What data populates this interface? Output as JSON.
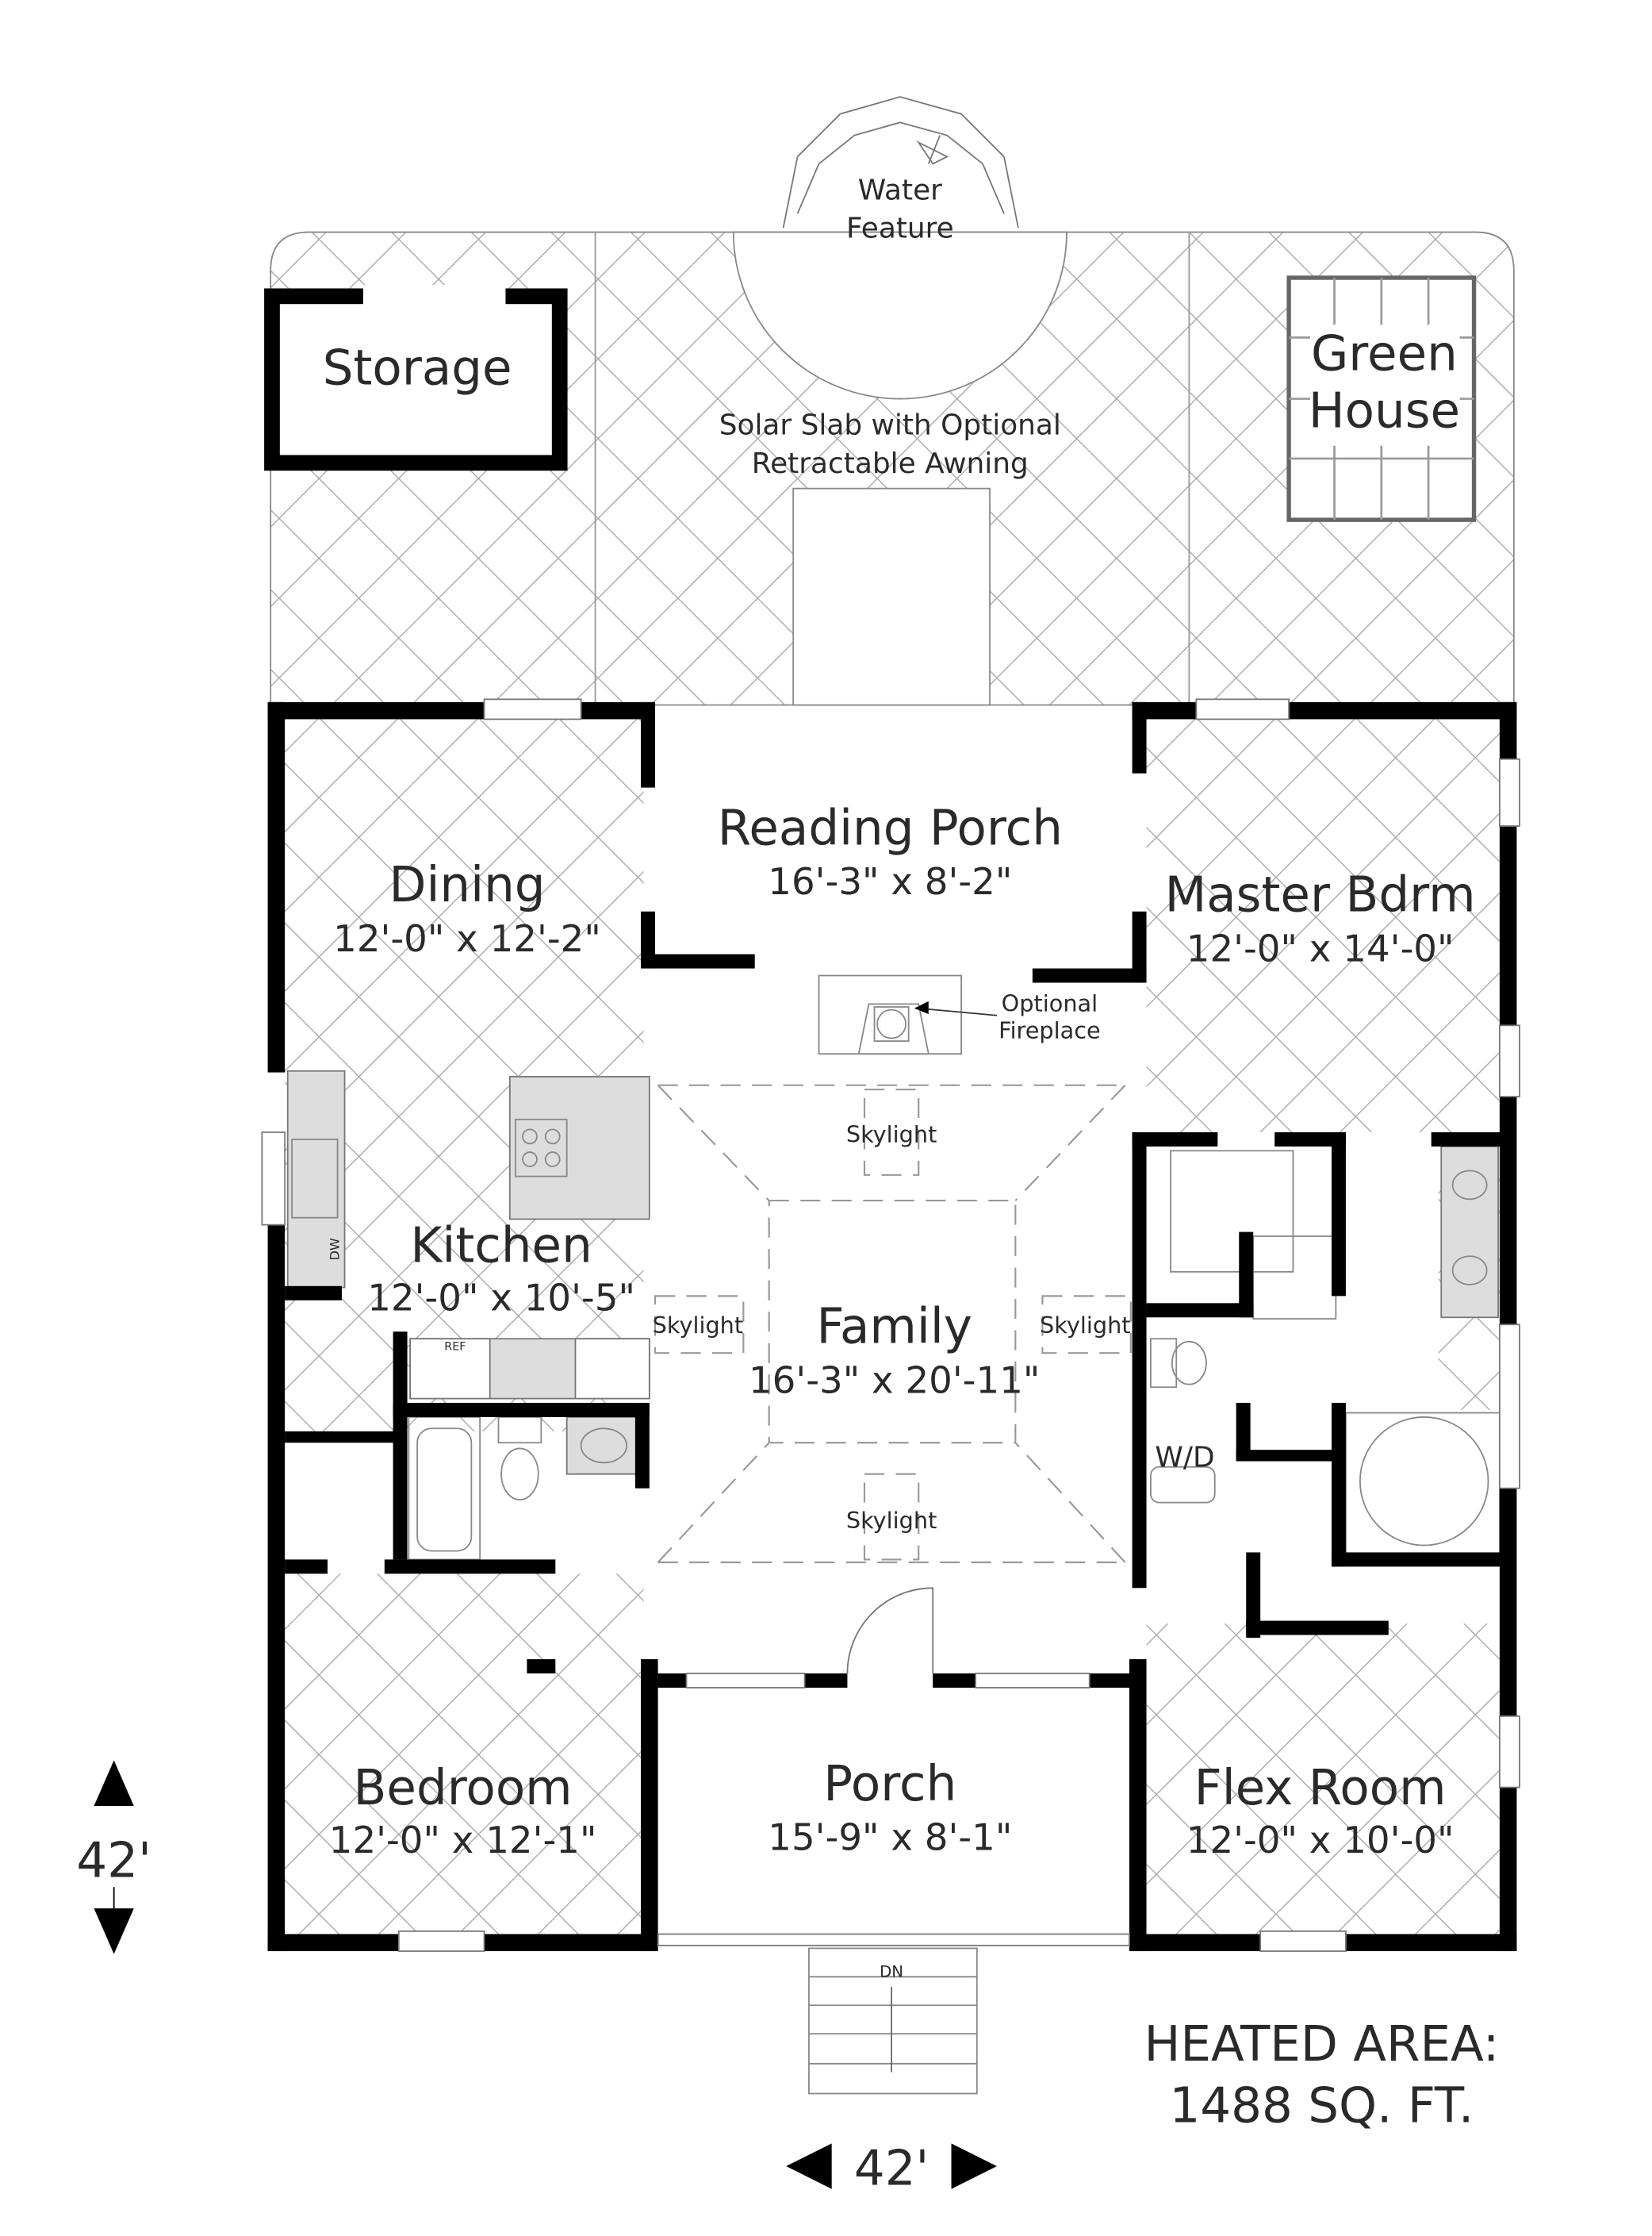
{
  "plan": {
    "outdoor": {
      "water_feature": [
        "Water",
        "Feature"
      ],
      "storage": "Storage",
      "green_house": [
        "Green",
        "House"
      ],
      "solar_slab": [
        "Solar Slab with Optional",
        "Retractable Awning"
      ]
    },
    "rooms": [
      {
        "id": "reading-porch",
        "name": "Reading Porch",
        "size": "16'-3\" x 8'-2\""
      },
      {
        "id": "dining",
        "name": "Dining",
        "size": "12'-0\" x 12'-2\""
      },
      {
        "id": "master-bdrm",
        "name": "Master Bdrm",
        "size": "12'-0\" x 14'-0\""
      },
      {
        "id": "kitchen",
        "name": "Kitchen",
        "size": "12'-0\" x 10'-5\""
      },
      {
        "id": "family",
        "name": "Family",
        "size": "16'-3\" x 20'-11\""
      },
      {
        "id": "bedroom",
        "name": "Bedroom",
        "size": "12'-0\" x 12'-1\""
      },
      {
        "id": "porch",
        "name": "Porch",
        "size": "15'-9\" x 8'-1\""
      },
      {
        "id": "flex-room",
        "name": "Flex Room",
        "size": "12'-0\" x 10'-0\""
      }
    ],
    "annotations": {
      "fireplace": [
        "Optional",
        "Fireplace"
      ],
      "skylight": "Skylight",
      "wd": "W/D",
      "dw": "DW",
      "ref": "REF",
      "stairs": "DN"
    },
    "dimensions": {
      "depth": "42'",
      "width": "42'"
    },
    "heated_area": [
      "HEATED AREA:",
      "1488 SQ. FT."
    ]
  }
}
